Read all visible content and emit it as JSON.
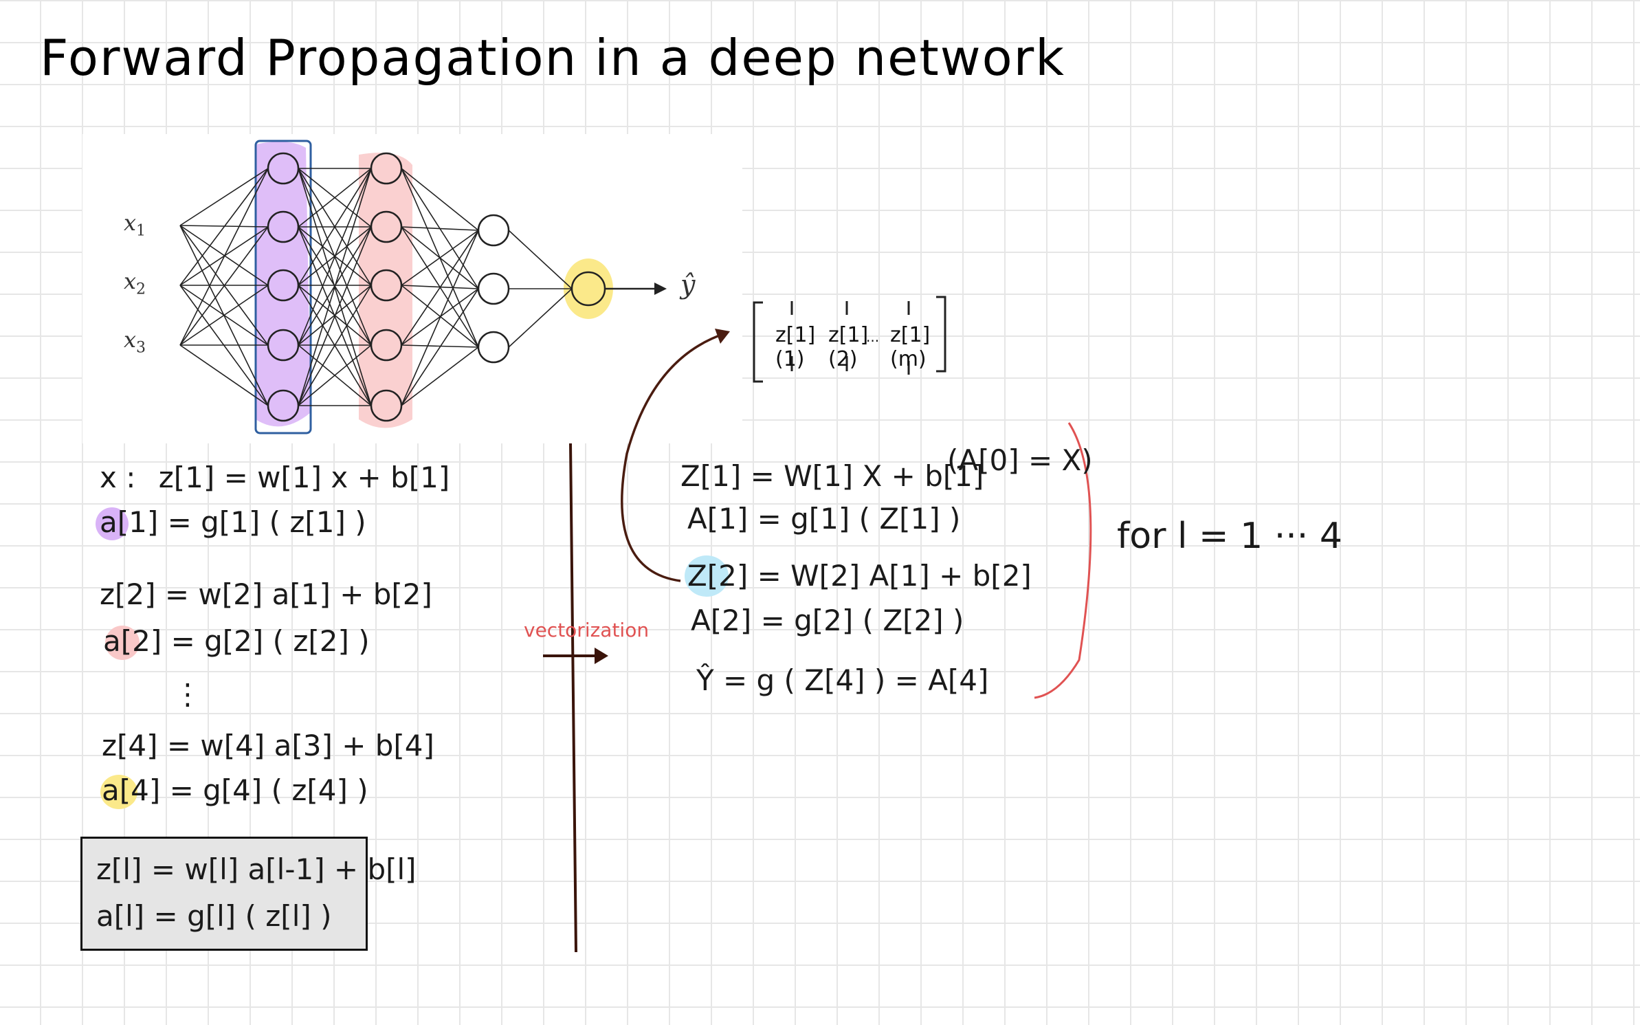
{
  "title": "Forward Propagation in a deep network",
  "network": {
    "inputs": [
      {
        "name": "x",
        "sub": "1"
      },
      {
        "name": "x",
        "sub": "2"
      },
      {
        "name": "x",
        "sub": "3"
      }
    ],
    "output": "ŷ"
  },
  "left_equations": {
    "line1_prefix": "x :",
    "line1": "z[1] = w[1] x + b[1]",
    "line2": "a[1] = g[1] ( z[1] )",
    "line3": "z[2] = w[2] a[1] + b[2]",
    "line4": "a[2] = g[2] ( z[2] )",
    "ellipsis": "⋮",
    "line5": "z[4] = w[4] a[3] + b[4]",
    "line6": "a[4] = g[4] ( z[4] )"
  },
  "general_box": {
    "line1": "z[l] = w[l] a[l-1] + b[l]",
    "line2": "a[l] = g[l] ( z[l] )"
  },
  "vectorization_label": "vectorization",
  "matrix": {
    "cols": [
      "z[1](1)",
      "z[1](2)",
      "z[1](m)"
    ],
    "dots": "..."
  },
  "right_equations": {
    "line1": "Z[1] = W[1] X + b[1]",
    "line1_note": "(A[0] = X)",
    "line2": "A[1] = g[1] ( Z[1] )",
    "line3": "Z[2] = W[2] A[1] + b[2]",
    "line4": "A[2] = g[2] ( Z[2] )",
    "line5": "Ŷ = g ( Z[4] ) = A[4]"
  },
  "loop_label": "for l = 1 ··· 4",
  "colors": {
    "layer1_highlight": "#d9b3f7",
    "layer2_highlight": "#f9c8c8",
    "output_highlight": "#fbe98a",
    "z2_highlight": "#bfe9f8",
    "bracket_red": "#e05252",
    "arrow_brown": "#4a1c10"
  }
}
